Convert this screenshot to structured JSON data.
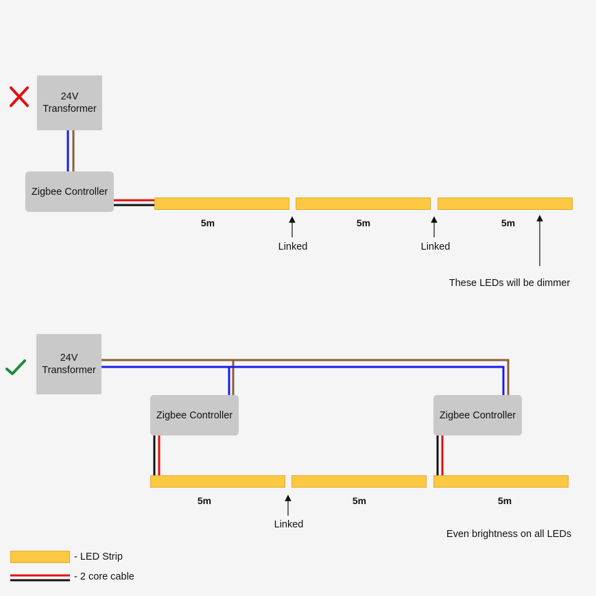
{
  "colors": {
    "background": "#f5f5f5",
    "box": "#c9c9c9",
    "strip": "#fdc842",
    "wire_blue": "#1a1aee",
    "wire_brown": "#8b5e34",
    "wire_red": "#e01010",
    "wire_black": "#111111",
    "cross": "#e01010",
    "tick": "#1e8a3a"
  },
  "wrong_setup": {
    "status_icon": "cross-icon",
    "transformer": {
      "line1": "24V",
      "line2": "Transformer"
    },
    "controller": "Zigbee Controller",
    "segments": [
      "5m",
      "5m",
      "5m"
    ],
    "links": [
      "Linked",
      "Linked"
    ],
    "note": "These LEDs will be dimmer"
  },
  "correct_setup": {
    "status_icon": "check-icon",
    "transformer": {
      "line1": "24V",
      "line2": "Transformer"
    },
    "controllers": [
      "Zigbee Controller",
      "Zigbee Controller"
    ],
    "segments": [
      "5m",
      "5m",
      "5m"
    ],
    "links": [
      "Linked"
    ],
    "note": "Even brightness on all LEDs"
  },
  "legend": {
    "strip_label": "- LED Strip",
    "cable_label": "- 2 core cable"
  }
}
